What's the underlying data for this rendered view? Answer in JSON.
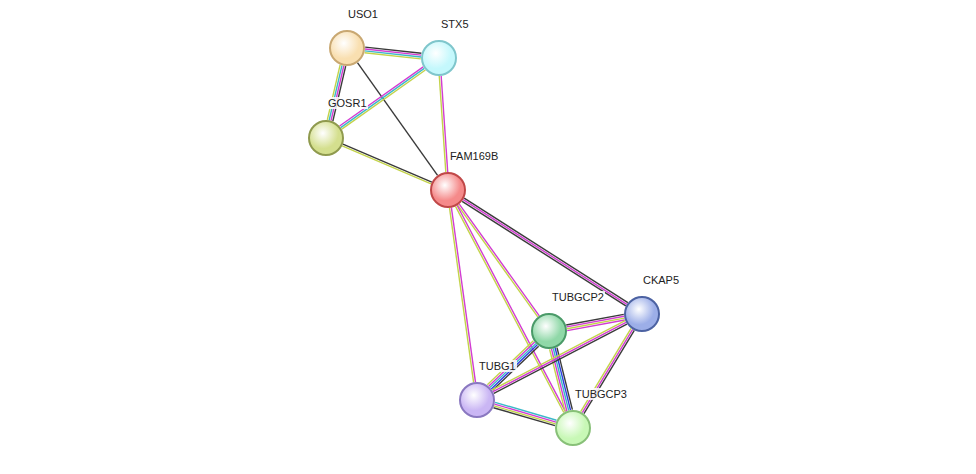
{
  "diagram": {
    "nodes": [
      {
        "text": [
          "USO1"
        ]
      },
      {
        "text": [
          "STX5"
        ]
      },
      {
        "text": [
          "GOSR1"
        ]
      },
      {
        "text": [
          "FAM169B"
        ]
      },
      {
        "text": [
          "TUBGCP2"
        ]
      },
      {
        "text": [
          "CKAP5"
        ]
      },
      {
        "text": [
          "TUBG1"
        ]
      },
      {
        "text": [
          "TUBGCP3"
        ]
      }
    ],
    "edges": [
      {
        "from": 0,
        "to": 1,
        "arrow": "none"
      },
      {
        "from": 0,
        "to": 2,
        "arrow": "none"
      },
      {
        "from": 0,
        "to": 3,
        "arrow": "none"
      },
      {
        "from": 1,
        "to": 2,
        "arrow": "none"
      },
      {
        "from": 1,
        "to": 3,
        "arrow": "none"
      },
      {
        "from": 2,
        "to": 3,
        "arrow": "none"
      },
      {
        "from": 3,
        "to": 5,
        "arrow": "none"
      },
      {
        "from": 3,
        "to": 4,
        "arrow": "none"
      },
      {
        "from": 3,
        "to": 6,
        "arrow": "none"
      },
      {
        "from": 3,
        "to": 7,
        "arrow": "none"
      },
      {
        "from": 4,
        "to": 5,
        "arrow": "none"
      },
      {
        "from": 4,
        "to": 6,
        "arrow": "none"
      },
      {
        "from": 4,
        "to": 7,
        "arrow": "none"
      },
      {
        "from": 5,
        "to": 6,
        "arrow": "none"
      },
      {
        "from": 5,
        "to": 7,
        "arrow": "none"
      },
      {
        "from": 6,
        "to": 7,
        "arrow": "none"
      }
    ]
  }
}
